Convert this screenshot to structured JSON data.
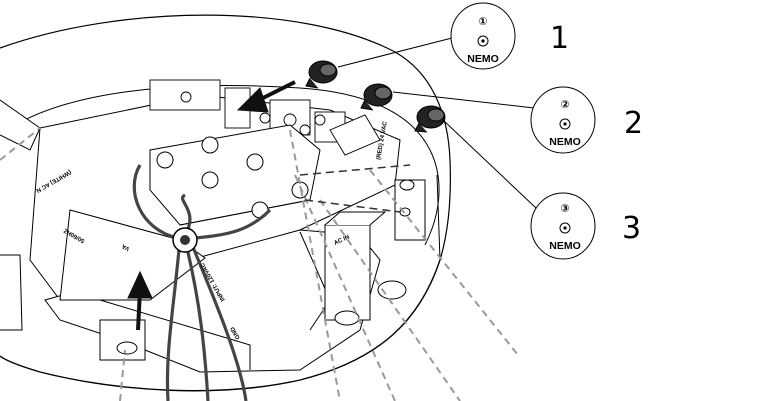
{
  "callouts": [
    {
      "number": "1",
      "badge_number": "①",
      "brand": "NEMO"
    },
    {
      "number": "2",
      "badge_number": "②",
      "brand": "NEMO"
    },
    {
      "number": "3",
      "badge_number": "③",
      "brand": "NEMO"
    }
  ],
  "labels": {
    "freq": "50/60HZ",
    "va": "VA",
    "input": "INPUT: 120VAC",
    "ac_in": "AC IN",
    "wires": "(WHITE) AC N",
    "ground": "GND",
    "lv": "(RED) 24 VAC"
  },
  "icons": [
    "screw-icon",
    "insertion-arrow-icon",
    "nemo-badge-icon"
  ]
}
